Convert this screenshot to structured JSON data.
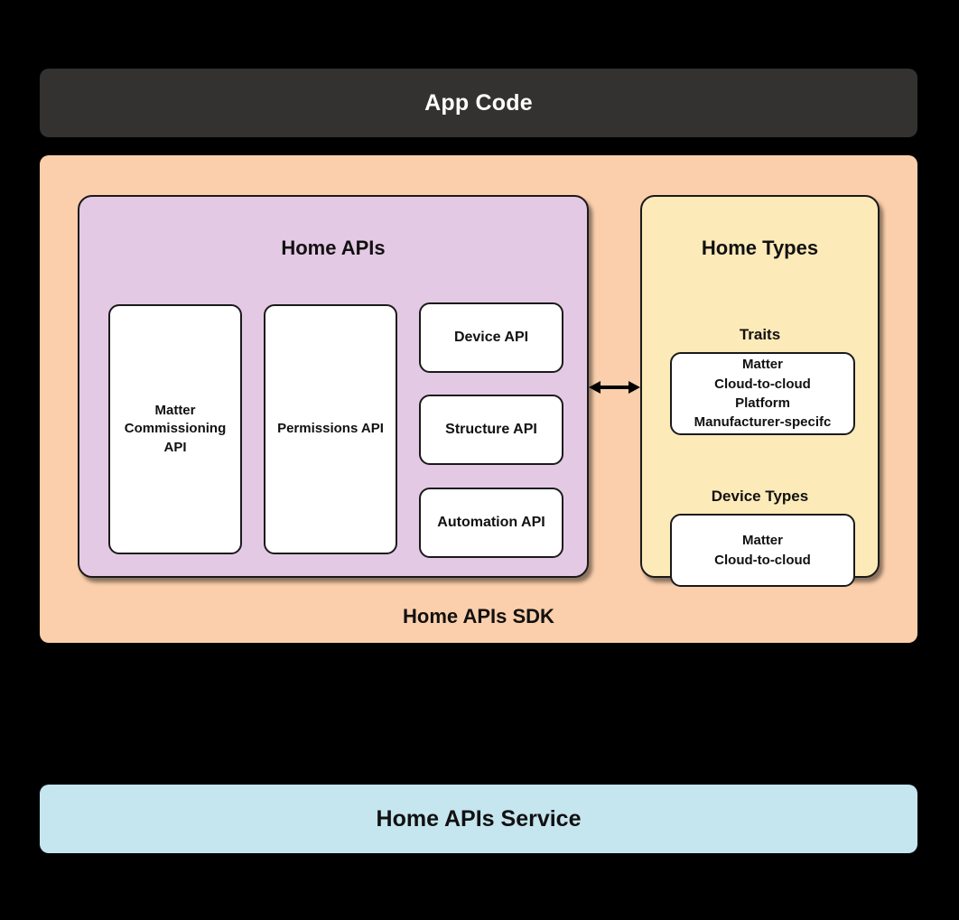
{
  "colors": {
    "background": "#000000",
    "app_code_bar": "#333231",
    "sdk_container": "#fbcfab",
    "home_apis_panel": "#e4c9e4",
    "home_types_panel": "#fdeab9",
    "service_bar": "#c5e5ef",
    "box_fill": "#ffffff",
    "stroke": "#1a1a1a",
    "text_dark": "#111111",
    "text_light": "#ffffff"
  },
  "app_code": {
    "label": "App Code"
  },
  "sdk": {
    "label": "Home APIs SDK"
  },
  "home_apis": {
    "title": "Home APIs",
    "boxes": [
      {
        "label": "Matter\nCommissioning\nAPI",
        "shape": "tall"
      },
      {
        "label": "Permissions API",
        "shape": "tall"
      },
      {
        "label": "Device API",
        "shape": "small"
      },
      {
        "label": "Structure API",
        "shape": "small"
      },
      {
        "label": "Automation API",
        "shape": "small"
      }
    ]
  },
  "home_types": {
    "title": "Home Types",
    "sections": [
      {
        "heading": "Traits",
        "box_label": "Matter\nCloud-to-cloud\nPlatform\nManufacturer-specifc"
      },
      {
        "heading": "Device Types",
        "box_label": "Matter\nCloud-to-cloud"
      }
    ]
  },
  "connector": {
    "name": "bidirectional-arrow",
    "direction": "both"
  },
  "service": {
    "label": "Home APIs Service"
  }
}
